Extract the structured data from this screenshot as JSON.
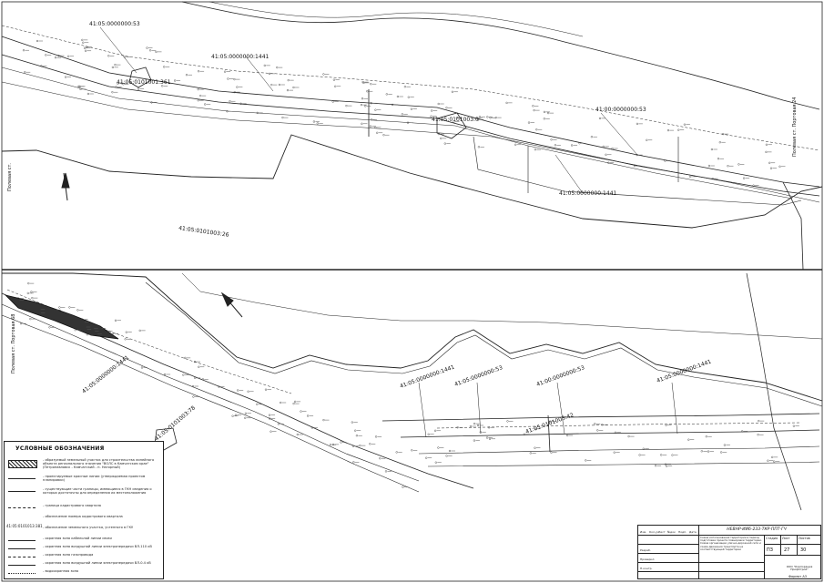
{
  "parcels": {
    "top": [
      {
        "id": "t1",
        "label": "41:05:0000000:53"
      },
      {
        "id": "t2",
        "label": "41:05:0000000:1441"
      },
      {
        "id": "t3",
        "label": "41:05:0101001:361"
      },
      {
        "id": "t4",
        "label": "41:05:0101003:0"
      },
      {
        "id": "t5",
        "label": "41:00:0000000:53"
      },
      {
        "id": "t6",
        "label": "41:05:0000000:1441"
      },
      {
        "id": "t7",
        "label": "41:05:0101003:26"
      }
    ],
    "bottom": [
      {
        "id": "b1",
        "label": "41:05:0000000:1441"
      },
      {
        "id": "b2",
        "label": "41:05:0000000:1441"
      },
      {
        "id": "b3",
        "label": "41:05:0000000:53"
      },
      {
        "id": "b4",
        "label": "41:00:0000000:53"
      },
      {
        "id": "b5",
        "label": "41:05:0000000:1441"
      },
      {
        "id": "b6",
        "label": "41:05:0101003:42"
      },
      {
        "id": "b7",
        "label": "41:05:0101003:78"
      }
    ]
  },
  "road_labels": {
    "top_left": "Полевая ст.",
    "top_right": "Полевая ст. Портовая 24",
    "bottom_left": "Полевая ст. Портовая 68"
  },
  "legend": {
    "title": "УСЛОВНЫЕ ОБОЗНАЧЕНИЯ",
    "cadastral_code": "41:05:0101013:381",
    "items": [
      {
        "text": "- образуемый земельный участок для строительства линейного объекта регионального значения \"ВОЛС в Камчатском крае\" (Петропавловск - Камчатский - п. Нагорный)"
      },
      {
        "text": "- проектируемые красные линии (утверждаемая проектом планировки)"
      },
      {
        "text": "- существующие части границы, имеющиеся в ГКН сведения о которых достаточны для определения их местоположения"
      },
      {
        "text": "- граница кадастрового квартала"
      },
      {
        "text": "- обозначение номера кадастрового квартала"
      },
      {
        "text": "- обозначение земельного участка, учтенного в ГКУ"
      },
      {
        "text": "- охранная зона кабельной линии связи"
      },
      {
        "text": "- охранная зона воздушной линии электропередачи ВЛ-110 кВ"
      },
      {
        "text": "- охранная зона газопровода"
      },
      {
        "text": "- охранная зона воздушной линии электропередачи ВЛ-0.4 кВ"
      },
      {
        "text": "- водоохранная зона"
      }
    ]
  },
  "stamp": {
    "code": "НЕВНР-ИИ6-233-ТКР-ППТ-ГЧ",
    "description": "Схема использования территории в период подготовки проекта планировки территории. Схема организации улично-дорожной сети и схема движения транспорта на соответствующей территории",
    "stage_header": "Стадия",
    "sheet_header": "Лист",
    "sheets_header": "Листов",
    "stage_value": "ПЗ",
    "sheet_value": "27",
    "sheets_value": "30",
    "org": "ООО \"Корпорация ПрофСтрой\"",
    "format": "Формат А3",
    "sig_rows": [
      "Изм.",
      "Кол.уч",
      "Лист",
      "№док",
      "Подп.",
      "Дата",
      "Разраб.",
      "Проверил",
      "Н.контр."
    ]
  }
}
